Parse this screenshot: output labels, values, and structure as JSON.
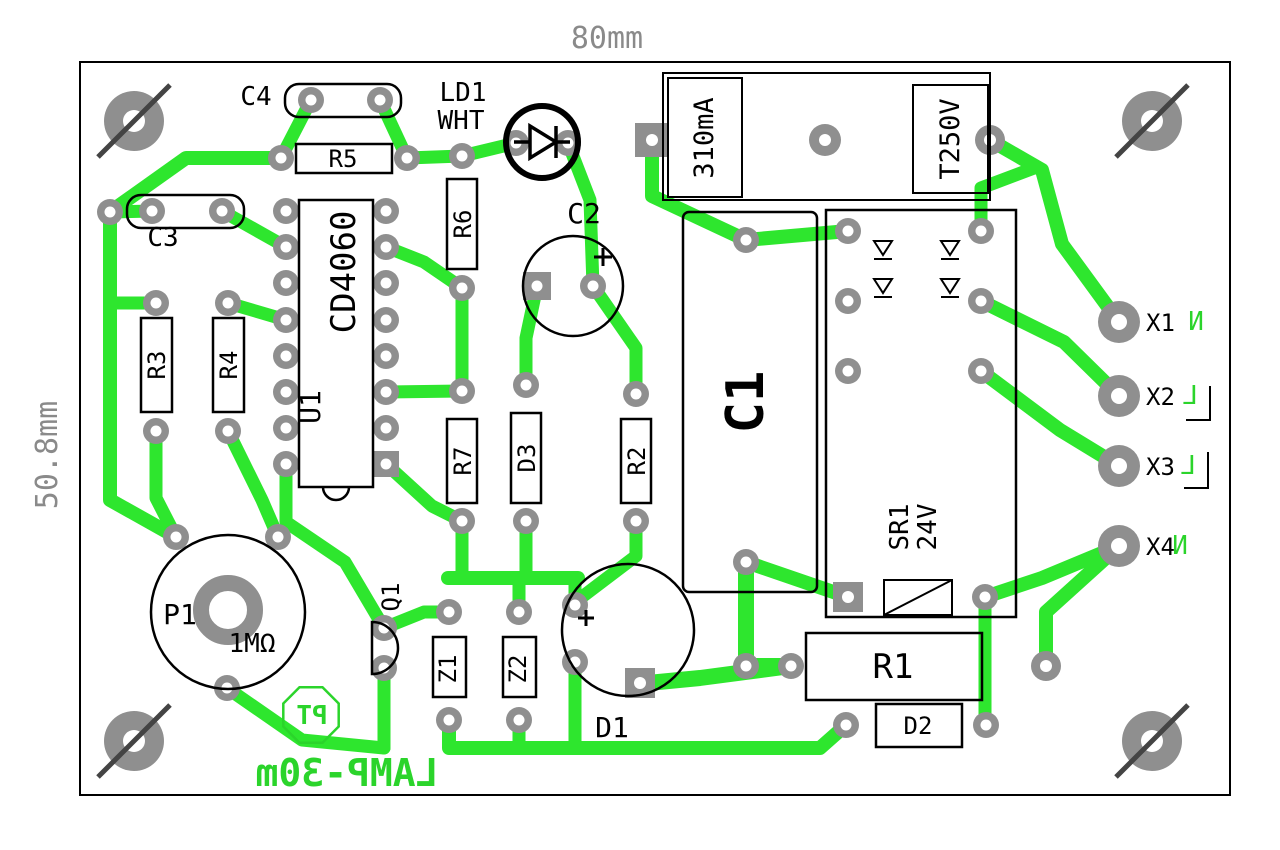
{
  "board": {
    "width_label": "80mm",
    "height_label": "50.8mm",
    "logo": "PT",
    "name": "LAMP-30m"
  },
  "colors": {
    "trace_green": "#2ee62e",
    "pad_gray": "#8f8f8f",
    "hole_white": "#ffffff",
    "dim_gray": "#8a8a8a",
    "silk_black": "#000000",
    "silk_green": "#2bd42b"
  },
  "components": {
    "C4": "C4",
    "R5": "R5",
    "R6": "R6",
    "LD1": "LD1",
    "LD1_sub": "WHT",
    "C3": "C3",
    "R3": "R3",
    "R4": "R4",
    "U1": "U1",
    "U1_part": "CD4060",
    "C2": "C2",
    "R7": "R7",
    "D3": "D3",
    "R2": "R2",
    "C1": "C1",
    "F1_rating": "310mA",
    "F1_type": "T250V",
    "SR1": "SR1",
    "SR1_voltage": "24V",
    "R1": "R1",
    "D2": "D2",
    "D1": "D1",
    "Z1": "Z1",
    "Z2": "Z2",
    "Q1": "Q1",
    "P1": "P1",
    "P1_value": "1MΩ"
  },
  "connectors": {
    "X1": "X1",
    "X2": "X2",
    "X3": "X3",
    "X4": "X4"
  },
  "nets": {
    "X1": "N",
    "X2": "L",
    "X3": "L",
    "X4": "N"
  }
}
